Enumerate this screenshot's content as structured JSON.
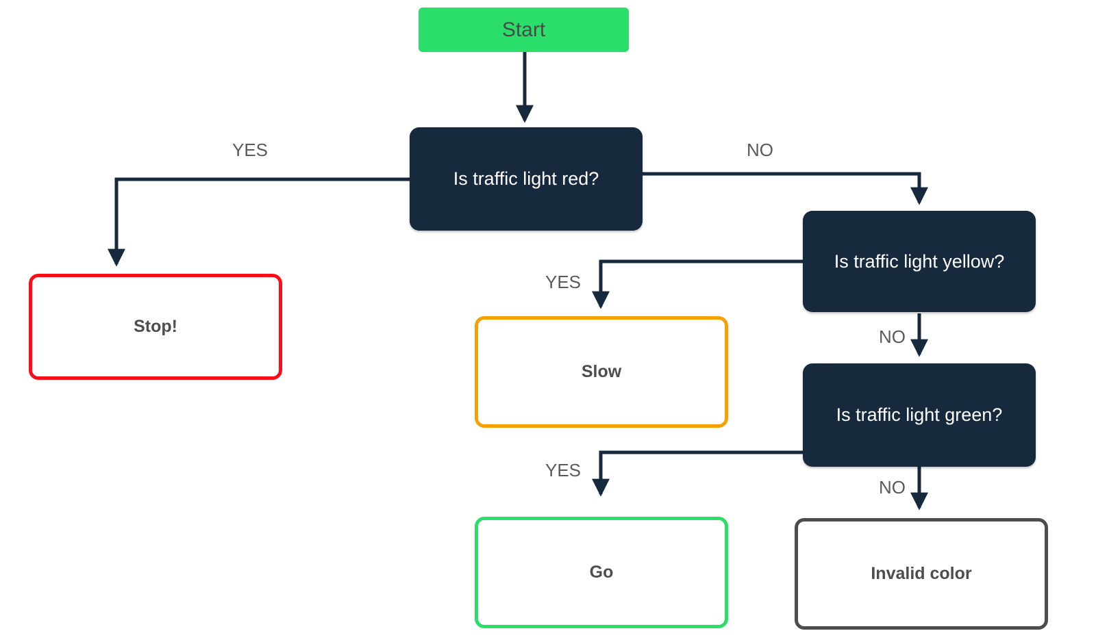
{
  "diagram": {
    "title": "Traffic light decision flowchart",
    "background_color": "#ffffff",
    "edge_color": "#16293D",
    "colors": {
      "start_fill": "#2BDE6A",
      "decision_fill": "#16293D",
      "decision_text": "#ffffff",
      "stop_border": "#FC0D1B",
      "slow_border": "#F5A105",
      "go_border": "#2BDE6A",
      "invalid_border": "#4d4d4d",
      "outcome_text": "#4d4d4d",
      "label_text": "#5a5a5a"
    },
    "nodes": {
      "start": {
        "label": "Start",
        "type": "terminal"
      },
      "decision_red": {
        "label": "Is traffic light red?",
        "type": "decision"
      },
      "decision_yellow": {
        "label": "Is traffic light yellow?",
        "type": "decision"
      },
      "decision_green": {
        "label": "Is traffic light green?",
        "type": "decision"
      },
      "stop": {
        "label": "Stop!",
        "type": "outcome"
      },
      "slow": {
        "label": "Slow",
        "type": "outcome"
      },
      "go": {
        "label": "Go",
        "type": "outcome"
      },
      "invalid": {
        "label": "Invalid color",
        "type": "outcome"
      }
    },
    "edge_labels": {
      "red_yes": "YES",
      "red_no": "NO",
      "yellow_yes": "YES",
      "yellow_no": "NO",
      "green_yes": "YES",
      "green_no": "NO"
    }
  }
}
